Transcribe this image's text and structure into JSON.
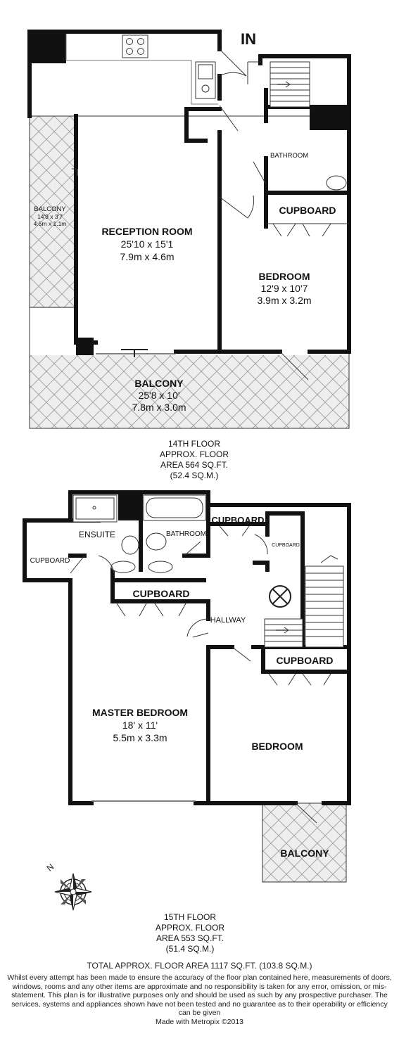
{
  "entrance": "IN",
  "floor14": {
    "rooms": {
      "reception": {
        "name": "RECEPTION ROOM",
        "imperial": "25'10 x 15'1",
        "metric": "7.9m x 4.6m"
      },
      "bathroom": {
        "name": "BATHROOM"
      },
      "cupboard": {
        "name": "CUPBOARD"
      },
      "bedroom": {
        "name": "BEDROOM",
        "imperial": "12'9 x 10'7",
        "metric": "3.9m x 3.2m"
      },
      "side_balcony": {
        "name": "BALCONY",
        "imperial": "14'9 x 3'7",
        "metric": "4.5m x 1.1m"
      },
      "balcony": {
        "name": "BALCONY",
        "imperial": "25'8 x 10'",
        "metric": "7.8m x 3.0m"
      }
    },
    "caption": {
      "line1": "14TH FLOOR",
      "line2": "APPROX. FLOOR",
      "line3": "AREA 564 SQ.FT.",
      "line4": "(52.4 SQ.M.)"
    }
  },
  "floor15": {
    "rooms": {
      "ensuite": {
        "name": "ENSUITE"
      },
      "bathroom": {
        "name": "BATHROOM"
      },
      "cupboard_top": {
        "name": "CUPBOARD"
      },
      "cupboard_small": {
        "name": "CUPBOARD"
      },
      "cupboard_left": {
        "name": "CUPBOARD"
      },
      "cupboard_mid": {
        "name": "CUPBOARD"
      },
      "hallway": {
        "name": "HALLWAY"
      },
      "cupboard_right": {
        "name": "CUPBOARD"
      },
      "master": {
        "name": "MASTER BEDROOM",
        "imperial": "18' x 11'",
        "metric": "5.5m x 3.3m"
      },
      "bedroom": {
        "name": "BEDROOM"
      },
      "balcony": {
        "name": "BALCONY"
      }
    },
    "caption": {
      "line1": "15TH FLOOR",
      "line2": "APPROX. FLOOR",
      "line3": "AREA 553 SQ.FT.",
      "line4": "(51.4 SQ.M.)"
    }
  },
  "compass": {
    "label": "N"
  },
  "total": "TOTAL APPROX. FLOOR AREA 1117 SQ.FT. (103.8 SQ.M.)",
  "disclaimer": "Whilst every attempt has been made to ensure the accuracy of the floor plan contained here, measurements of doors, windows, rooms and any other items are approximate and no responsibility is taken for any error, omission, or mis-statement. This plan is for illustrative purposes only and should be used as such by any prospective purchaser. The services, systems and appliances shown have not been tested and no guarantee as to their operability or efficiency can be given",
  "credit": "Made with Metropix ©2013"
}
